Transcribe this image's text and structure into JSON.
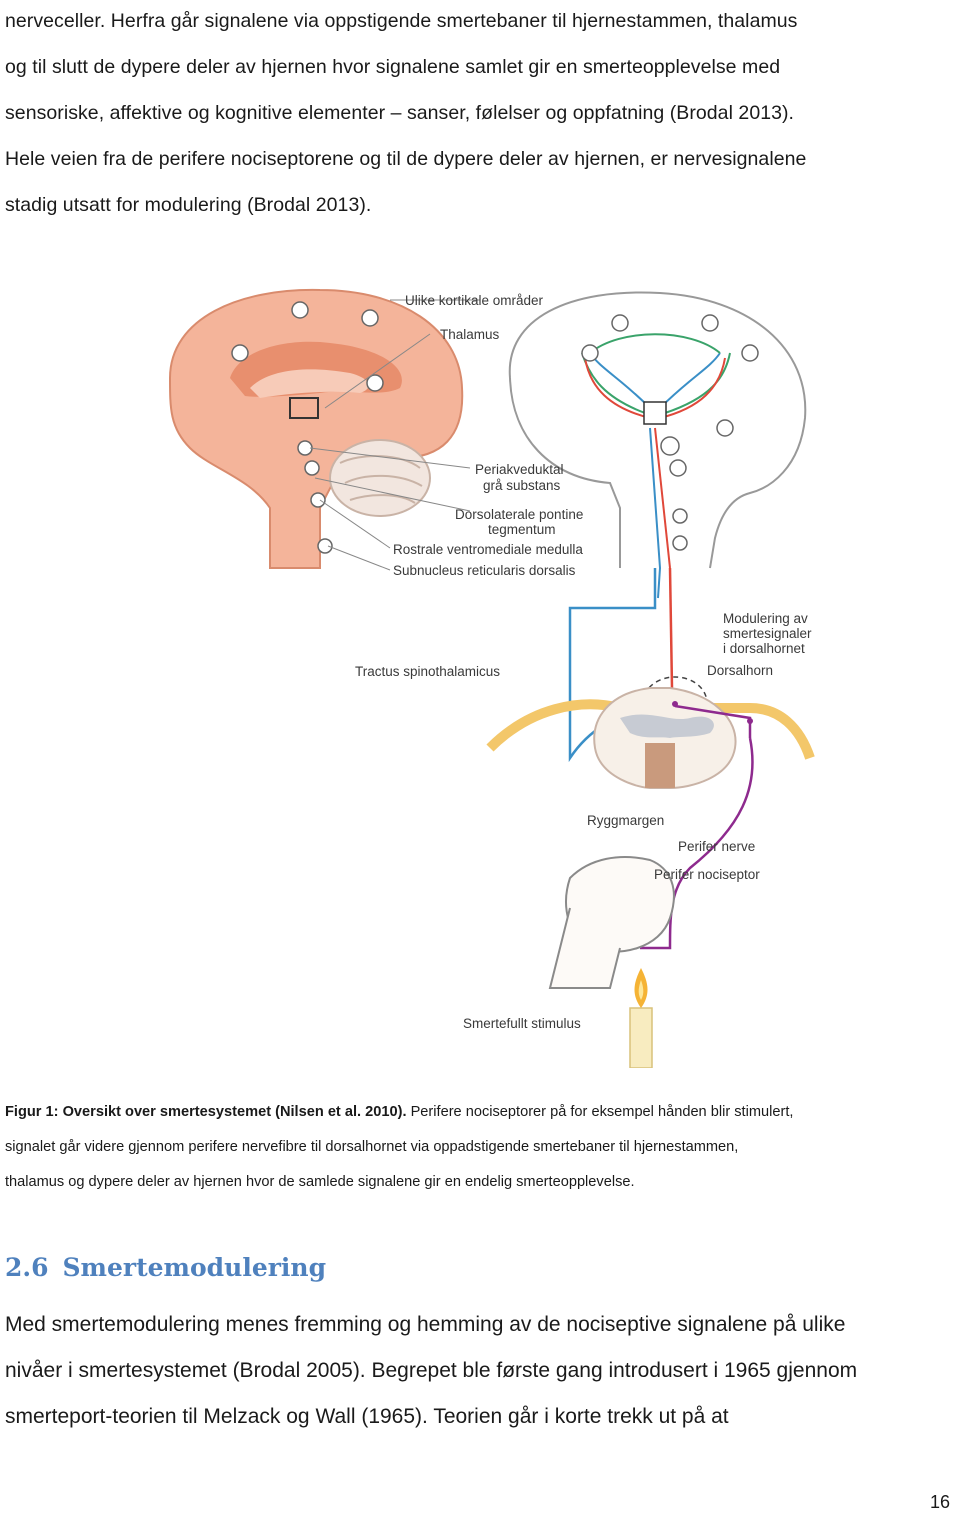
{
  "paragraph1_lines": [
    "nerveceller. Herfra går signalene via oppstigende smertebaner til hjernestammen, thalamus",
    "og til slutt de dypere deler av hjernen hvor signalene samlet gir en smerteopplevelse med",
    "sensoriske, affektive og kognitive elementer – sanser, følelser og oppfatning (Brodal 2013).",
    "Hele veien fra de perifere nociseptorene og til de dypere deler av hjernen, er nervesignalene",
    "stadig utsatt for modulering (Brodal 2013)."
  ],
  "figure": {
    "labels": {
      "kortikale": "Ulike kortikale områder",
      "thalamus": "Thalamus",
      "periakv1": "Periakveduktal",
      "periakv2": "grå substans",
      "dorsolat1": "Dorsolaterale pontine",
      "dorsolat2": "tegmentum",
      "rostrale": "Rostrale ventromediale medulla",
      "subnucleus": "Subnucleus reticularis dorsalis",
      "modulering1": "Modulering av",
      "modulering2": "smertesignaler",
      "modulering3": "i dorsalhornet",
      "dorsalhorn": "Dorsalhorn",
      "tractus": "Tractus spinothalamicus",
      "ryggmargen": "Ryggmargen",
      "perifer_nerve": "Perifer nerve",
      "perifer_nociseptor": "Perifer nociseptor",
      "stimulus": "Smertefullt stimulus"
    }
  },
  "caption": {
    "bold": "Figur 1: Oversikt over smertesystemet (Nilsen et al. 2010).",
    "line1_rest": " Perifere nociseptorer på for eksempel hånden blir stimulert,",
    "line2": "signalet går videre gjennom perifere nervefibre til dorsalhornet via oppadstigende smertebaner til hjernestammen,",
    "line3": "thalamus og dypere deler av hjernen hvor de samlede signalene gir en endelig smerteopplevelse."
  },
  "section": {
    "number": "2.6",
    "title": "Smertemodulering"
  },
  "body_lines": [
    "Med smertemodulering menes fremming og hemming av de nociseptive signalene på ulike",
    "nivåer i smertesystemet (Brodal 2005).  Begrepet ble første gang introdusert i 1965 gjennom",
    "smerteport-teorien til Melzack og Wall (1965). Teorien går i korte trekk ut på at"
  ],
  "page_number": "16",
  "colors": {
    "heading": "#4f81bd",
    "brain": "#f2a98e",
    "red_path": "#e0483a",
    "blue_path": "#3a8fc7",
    "green_path": "#3aa36a",
    "purple_nerve": "#8e2a8e"
  }
}
